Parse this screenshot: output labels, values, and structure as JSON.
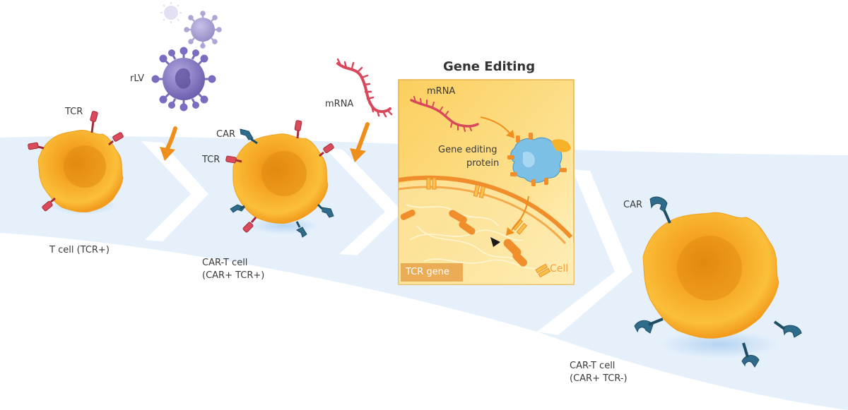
{
  "labels": {
    "rlv": "rLV",
    "tcr_1": "TCR",
    "t_cell_caption": "T cell (TCR+)",
    "car_2": "CAR",
    "tcr_2": "TCR",
    "cart_caption_line1": "CAR-T cell",
    "cart_caption_line2": "(CAR+ TCR+)",
    "mrna_outer": "mRNA",
    "gene_editing_title": "Gene Editing",
    "mrna_inner": "mRNA",
    "gene_editing_protein_line1": "Gene editing",
    "gene_editing_protein_line2": "protein",
    "tcr_gene": "TCR gene",
    "cell_label": "Cell",
    "car_final": "CAR",
    "final_caption_line1": "CAR-T cell",
    "final_caption_line2": "(CAR+ TCR-)"
  },
  "colors": {
    "band": "#e6f0fb",
    "cell": "#f5a623",
    "cell_core": "#e0860e",
    "tcr_receptor": "#d94a5a",
    "car_receptor": "#2f6b8a",
    "virus": "#8b7fc7",
    "mrna": "#d9485a",
    "arrow": "#ef8f1b",
    "panel": "#fbd472",
    "membrane": "#ef8e2a"
  },
  "icons": [
    "t-cell-icon",
    "car-t-cell-icon",
    "virus-icon",
    "mrna-icon",
    "gene-editing-protein-icon",
    "arrow-icon"
  ]
}
